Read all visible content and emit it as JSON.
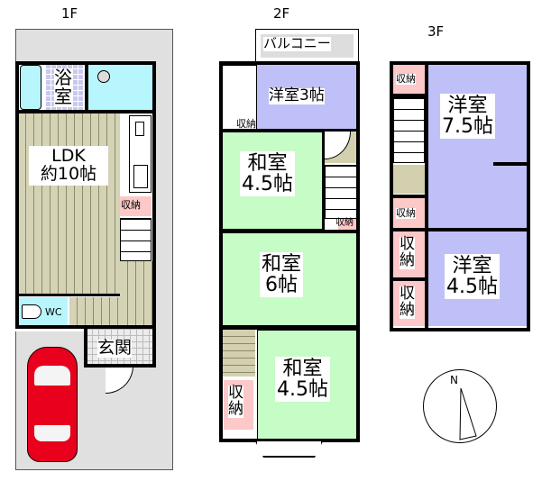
{
  "floors": {
    "f1": {
      "title": "1F",
      "rooms": {
        "bath": "浴\n室",
        "ldk": "LDK\n約10帖",
        "storage": "収納",
        "wc": "WC",
        "entrance": "玄関"
      }
    },
    "f2": {
      "title": "2F",
      "rooms": {
        "balcony": "バルコニー",
        "western3": "洋室3帖",
        "storage_a": "収納",
        "japanese45a": "和室\n4.5帖",
        "storage_b": "収納",
        "japanese6": "和室\n6帖",
        "storage_c": "収\n納",
        "japanese45b": "和室\n4.5帖"
      }
    },
    "f3": {
      "title": "3F",
      "rooms": {
        "storage_a": "収納",
        "western75": "洋室\n7.5帖",
        "storage_b": "収納",
        "storage_c": "収\n納",
        "storage_d": "収\n納",
        "western45": "洋室\n4.5帖"
      }
    }
  },
  "compass": {
    "label": "N",
    "icon": "north-arrow-icon"
  },
  "colors": {
    "japanese_room": "#c6fcc6",
    "western_room": "#c0c0f8",
    "wet_area": "#b6f6fc",
    "storage": "#fcc8c8",
    "car": "#e8001c"
  }
}
